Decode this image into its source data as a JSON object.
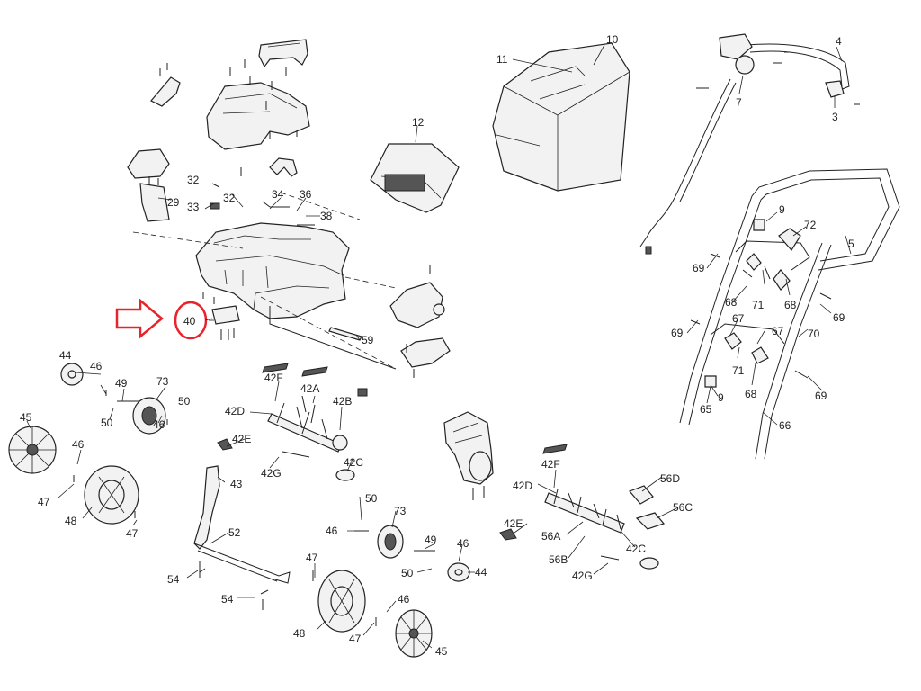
{
  "labels": [
    {
      "id": "l1",
      "text": "10"
    },
    {
      "id": "l2",
      "text": "11"
    },
    {
      "id": "l3",
      "text": "4"
    },
    {
      "id": "l4",
      "text": "7"
    },
    {
      "id": "l5",
      "text": "3"
    },
    {
      "id": "l6",
      "text": "12"
    },
    {
      "id": "l7",
      "text": "29"
    },
    {
      "id": "l8",
      "text": "32"
    },
    {
      "id": "l9",
      "text": "33"
    },
    {
      "id": "l10",
      "text": "32"
    },
    {
      "id": "l11",
      "text": "34"
    },
    {
      "id": "l12",
      "text": "36"
    },
    {
      "id": "l13",
      "text": "38"
    },
    {
      "id": "l14",
      "text": "9"
    },
    {
      "id": "l15",
      "text": "72"
    },
    {
      "id": "l16",
      "text": "5"
    },
    {
      "id": "l17",
      "text": "69"
    },
    {
      "id": "l18",
      "text": "68"
    },
    {
      "id": "l19",
      "text": "71"
    },
    {
      "id": "l20",
      "text": "68"
    },
    {
      "id": "l21",
      "text": "69"
    },
    {
      "id": "l22",
      "text": "69"
    },
    {
      "id": "l23",
      "text": "67"
    },
    {
      "id": "l24",
      "text": "67"
    },
    {
      "id": "l25",
      "text": "70"
    },
    {
      "id": "l26",
      "text": "71"
    },
    {
      "id": "l27",
      "text": "68"
    },
    {
      "id": "l28",
      "text": "69"
    },
    {
      "id": "l29",
      "text": "9"
    },
    {
      "id": "l30",
      "text": "65"
    },
    {
      "id": "l31",
      "text": "66"
    },
    {
      "id": "l32",
      "text": "40"
    },
    {
      "id": "l33",
      "text": "59"
    },
    {
      "id": "l34",
      "text": "44"
    },
    {
      "id": "l35",
      "text": "46"
    },
    {
      "id": "l36",
      "text": "49"
    },
    {
      "id": "l37",
      "text": "73"
    },
    {
      "id": "l38",
      "text": "50"
    },
    {
      "id": "l39",
      "text": "50"
    },
    {
      "id": "l40",
      "text": "46"
    },
    {
      "id": "l41",
      "text": "45"
    },
    {
      "id": "l42",
      "text": "42F"
    },
    {
      "id": "l43",
      "text": "42A"
    },
    {
      "id": "l44",
      "text": "42D"
    },
    {
      "id": "l45",
      "text": "42B"
    },
    {
      "id": "l46",
      "text": "42E"
    },
    {
      "id": "l47",
      "text": "42G"
    },
    {
      "id": "l48",
      "text": "42C"
    },
    {
      "id": "l49",
      "text": "46"
    },
    {
      "id": "l50",
      "text": "47"
    },
    {
      "id": "l51",
      "text": "48"
    },
    {
      "id": "l52",
      "text": "47"
    },
    {
      "id": "l53",
      "text": "43"
    },
    {
      "id": "l54",
      "text": "52"
    },
    {
      "id": "l55",
      "text": "54"
    },
    {
      "id": "l56",
      "text": "54"
    },
    {
      "id": "l57",
      "text": "50"
    },
    {
      "id": "l58",
      "text": "46"
    },
    {
      "id": "l59",
      "text": "73"
    },
    {
      "id": "l60",
      "text": "47"
    },
    {
      "id": "l61",
      "text": "49"
    },
    {
      "id": "l62",
      "text": "46"
    },
    {
      "id": "l63",
      "text": "50"
    },
    {
      "id": "l64",
      "text": "44"
    },
    {
      "id": "l65",
      "text": "48"
    },
    {
      "id": "l66",
      "text": "46"
    },
    {
      "id": "l67",
      "text": "47"
    },
    {
      "id": "l68",
      "text": "45"
    },
    {
      "id": "l69",
      "text": "42F"
    },
    {
      "id": "l70",
      "text": "42D"
    },
    {
      "id": "l71",
      "text": "56D"
    },
    {
      "id": "l72",
      "text": "56C"
    },
    {
      "id": "l73",
      "text": "42E"
    },
    {
      "id": "l74",
      "text": "56A"
    },
    {
      "id": "l75",
      "text": "56B"
    },
    {
      "id": "l76",
      "text": "42C"
    },
    {
      "id": "l77",
      "text": "42G"
    }
  ],
  "highlight": {
    "target": "40",
    "color": "#e8232a"
  }
}
